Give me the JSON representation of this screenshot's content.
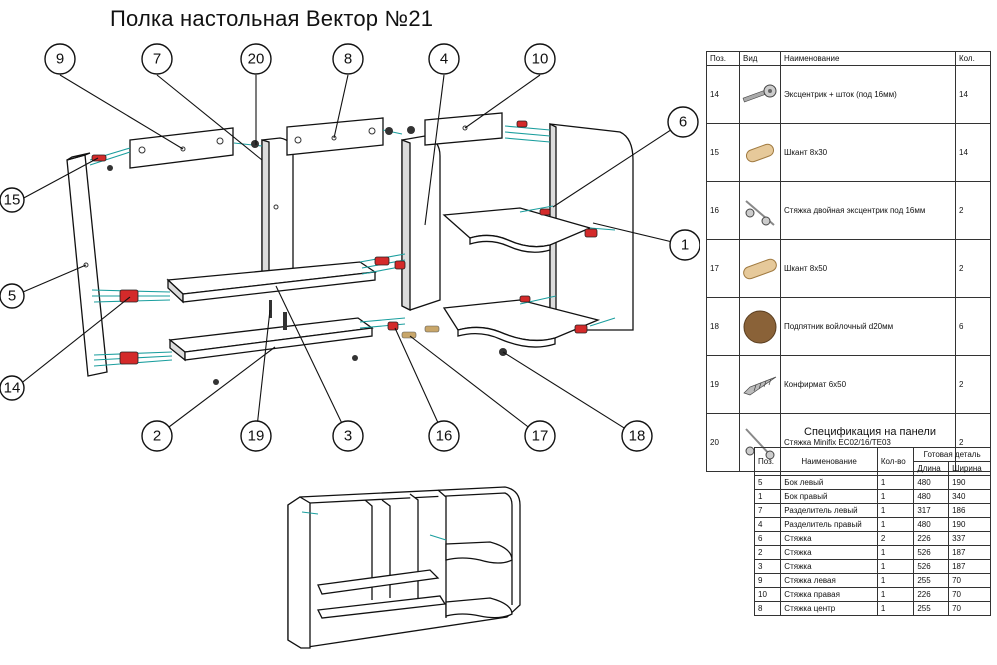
{
  "title": "Полка настольная Вектор №21",
  "callouts": [
    "9",
    "7",
    "20",
    "8",
    "4",
    "10",
    "6",
    "15",
    "1",
    "5",
    "14",
    "2",
    "19",
    "3",
    "16",
    "17",
    "18"
  ],
  "hardware_table": {
    "headers": [
      "Поз.",
      "Вид",
      "Наименование",
      "Кол."
    ],
    "rows": [
      {
        "pos": "14",
        "icon": "eccentric-icon",
        "name": "Эксцентрик + шток (под 16мм)",
        "qty": "14"
      },
      {
        "pos": "15",
        "icon": "dowel-icon",
        "name": "Шкант 8х30",
        "qty": "14"
      },
      {
        "pos": "16",
        "icon": "double-tie-icon",
        "name": "Стяжка двойная эксцентрик под 16мм",
        "qty": "2"
      },
      {
        "pos": "17",
        "icon": "dowel-long-icon",
        "name": "Шкант 8х50",
        "qty": "2"
      },
      {
        "pos": "18",
        "icon": "felt-pad-icon",
        "name": "Подпятник войлочный d20мм",
        "qty": "6"
      },
      {
        "pos": "19",
        "icon": "confirmat-icon",
        "name": "Конфирмат 6х50",
        "qty": "2"
      },
      {
        "pos": "20",
        "icon": "minifix-icon",
        "name": "Стяжка Minifix EC02/16/TE03",
        "qty": "2"
      }
    ]
  },
  "spec_title": "Спецификация на панели",
  "spec_table": {
    "headers": {
      "pos": "Поз.",
      "name": "Наименование",
      "qty": "Кол-во",
      "finished": "Готовая деталь",
      "length": "Длина",
      "width": "Ширина"
    },
    "rows": [
      {
        "pos": "5",
        "name": "Бок левый",
        "qty": "1",
        "length": "480",
        "width": "190"
      },
      {
        "pos": "1",
        "name": "Бок правый",
        "qty": "1",
        "length": "480",
        "width": "340"
      },
      {
        "pos": "7",
        "name": "Разделитель левый",
        "qty": "1",
        "length": "317",
        "width": "186"
      },
      {
        "pos": "4",
        "name": "Разделитель правый",
        "qty": "1",
        "length": "480",
        "width": "190"
      },
      {
        "pos": "6",
        "name": "Стяжка",
        "qty": "2",
        "length": "226",
        "width": "337"
      },
      {
        "pos": "2",
        "name": "Стяжка",
        "qty": "1",
        "length": "526",
        "width": "187"
      },
      {
        "pos": "3",
        "name": "Стяжка",
        "qty": "1",
        "length": "526",
        "width": "187"
      },
      {
        "pos": "9",
        "name": "Стяжка левая",
        "qty": "1",
        "length": "255",
        "width": "70"
      },
      {
        "pos": "10",
        "name": "Стяжка правая",
        "qty": "1",
        "length": "226",
        "width": "70"
      },
      {
        "pos": "8",
        "name": "Стяжка центр",
        "qty": "1",
        "length": "255",
        "width": "70"
      }
    ]
  },
  "colors": {
    "guide": "#1a9e9e",
    "fastener": "#d42a2a",
    "line": "#111111"
  }
}
